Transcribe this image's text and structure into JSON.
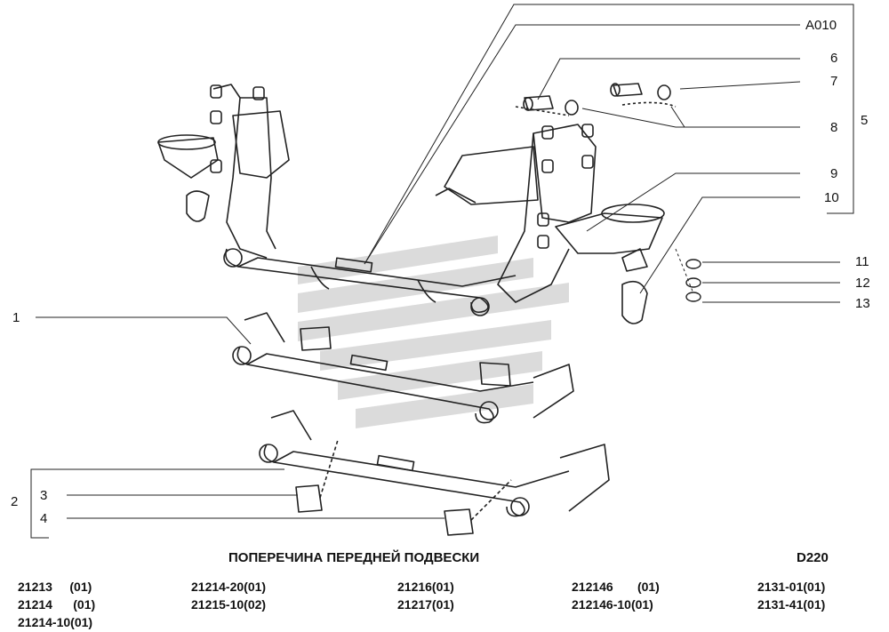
{
  "callouts": {
    "c1": "1",
    "c2": "2",
    "c3": "3",
    "c4": "4",
    "c5": "5",
    "c6": "6",
    "c7": "7",
    "c8": "8",
    "c9": "9",
    "c10": "10",
    "c11": "11",
    "c12": "12",
    "c13": "13",
    "a010": "A010"
  },
  "title": "ПОПЕРЕЧИНА ПЕРЕДНЕЙ ПОДВЕСКИ",
  "page_code": "D220",
  "models": {
    "col1": [
      "21213     (01)",
      "21214      (01)",
      "21214-10(01)"
    ],
    "col2": [
      "21214-20(01)",
      "21215-10(02)"
    ],
    "col3": [
      "21216(01)",
      "21217(01)"
    ],
    "col4": [
      "212146       (01)",
      "212146-10(01)"
    ],
    "col5": [
      "2131-01(01)",
      "2131-41(01)"
    ]
  },
  "colors": {
    "line": "#222222",
    "watermark": "#c9c9c9"
  }
}
